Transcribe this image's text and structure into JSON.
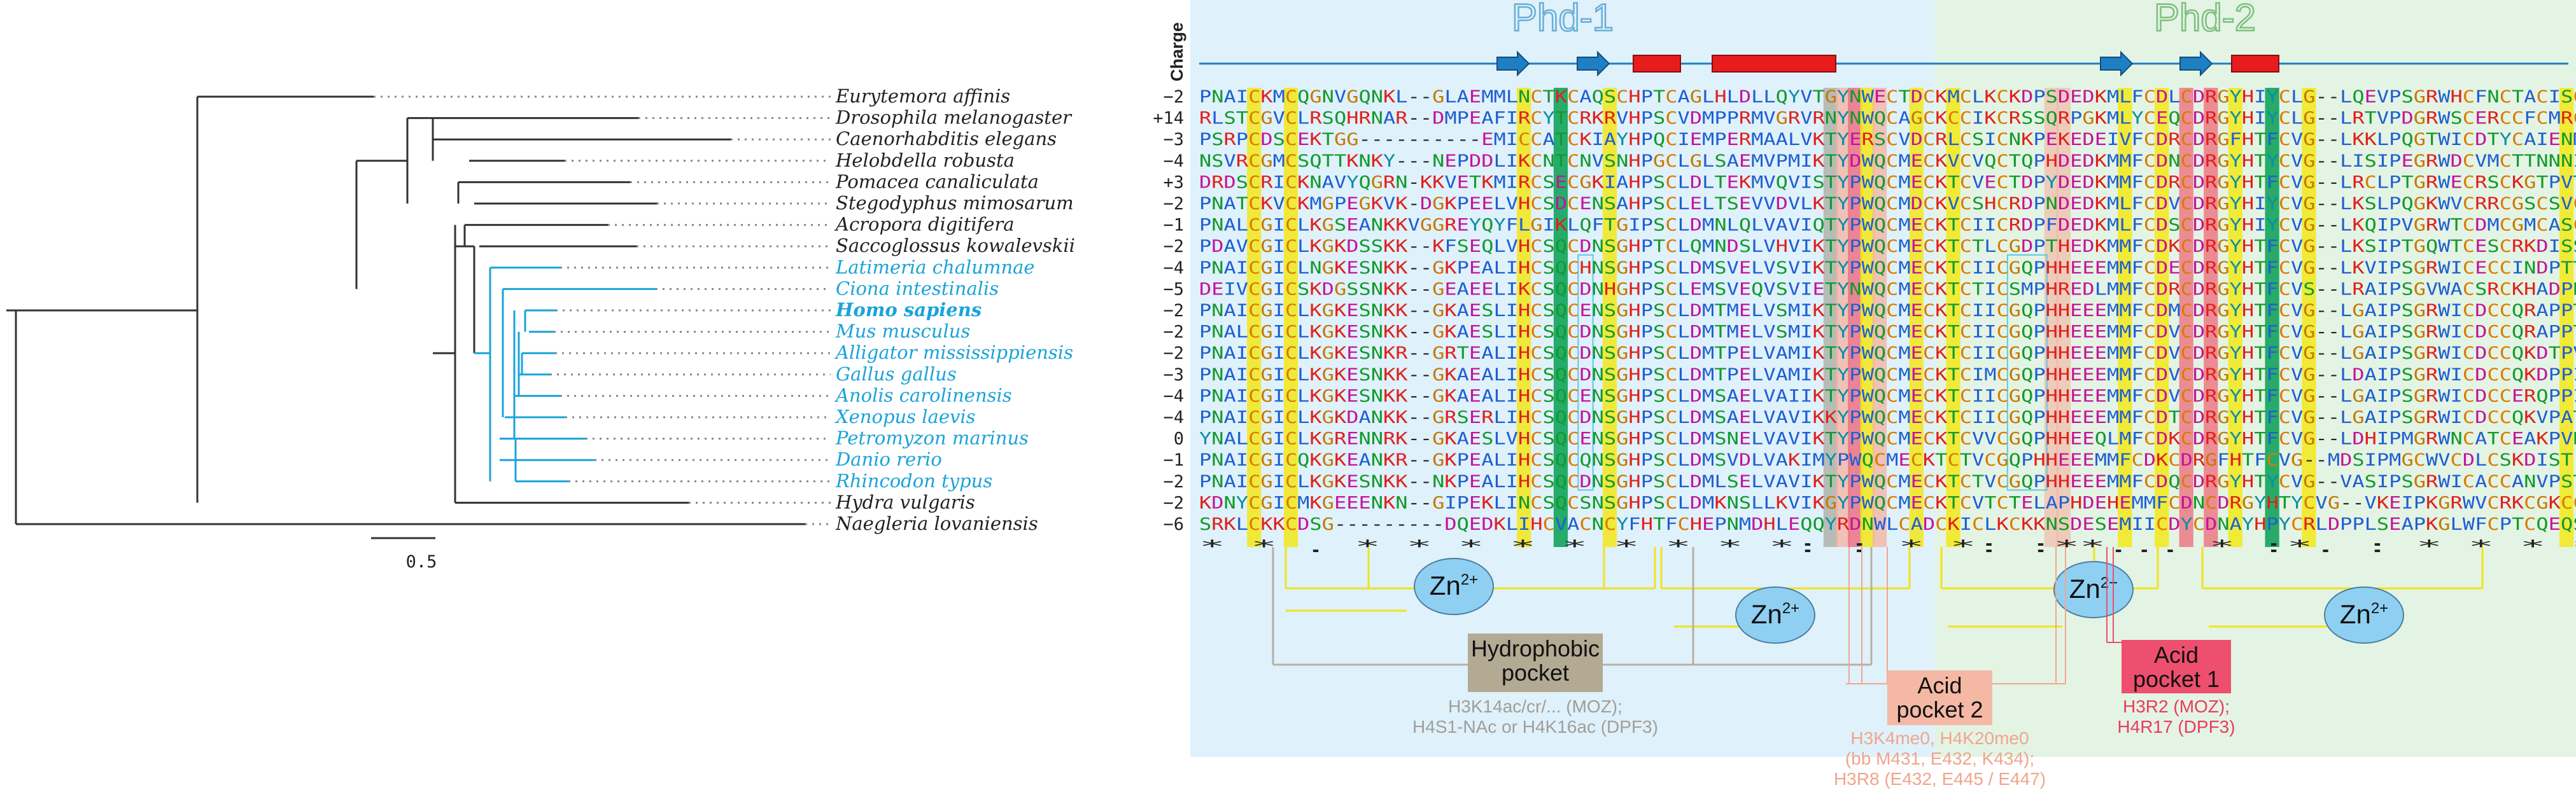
{
  "header": {
    "charge_label": "Charge",
    "domains": [
      {
        "name": "Phd-1"
      },
      {
        "name": "Phd-2"
      }
    ]
  },
  "tree": {
    "scale_label": "0.5"
  },
  "rows": [
    {
      "species": "Eurytemora affinis",
      "charge": "−2",
      "seq": "PNAICKMCQGNVGQNKL--GLAEMMLNCTKCAQSCHPTCAGLHLDLLQYVTGYNWECTDCKMCLKCKDPSDEDKMLFCDLCDRGYHIYCLG--LQEVPSGRWHCFNCTACISC",
      "vert": false,
      "bold": false
    },
    {
      "species": "Drosophila melanogaster",
      "charge": "+14",
      "seq": "RLSTCGVCLRSQHRNAR--DMPEAFIRCYTCRKRVHPSCVDMPPRMVGRVRNYNWQCAGCKCCIKCRSSQRPGKMLYCEQCDRGYHIYCLG--LRTVPDGRWSCERCCFCMRC",
      "vert": false,
      "bold": false
    },
    {
      "species": "Caenorhabditis elegans",
      "charge": "−3",
      "seq": "PSRPCDSCEKTGG----------EMICCATCKIAYHPQCIEMPERMAALVKTYERSCVDCRLCSICNKPEKEDEIVFCDRCDRGFHTFCVG--LKKLPQGTWICDTYCAIENM",
      "vert": false,
      "bold": false
    },
    {
      "species": "Helobdella robusta",
      "charge": "−4",
      "seq": "NSVRCGMCSQTTKNKY---NEPDDLIKCNTCNVSNHPGCLGLSAEMVPMIKTYDWQCMECKVCVQCTQPHDEDKMMFCDNCDRGYHTYCVG--LISIPEGRWDCVMCTTNNNI",
      "vert": false,
      "bold": false
    },
    {
      "species": "Pomacea canaliculata",
      "charge": "+3",
      "seq": "DRDSCRICKNAVYQGRN-KKVETKMIRCSECGKIAHPSCLDLTEKMVQVISTYPWQCMECKTCVECTDPYDEDKMMFCDRCDRGYHTFCVG--LRCLPTGRWECRSCKGTPVT",
      "vert": false,
      "bold": false
    },
    {
      "species": "Stegodyphus mimosarum",
      "charge": "−2",
      "seq": "PNATCKVCKMGPEGKVK-DGKPEELVHCSDCENSAHPSCLELTSEVVDVLKTYPWQCMDCKVCSHCRDPNDEDKMLFCDVCDRGYHIYCVG--LKSLPQGKWVCRRCGSCSVC",
      "vert": false,
      "bold": false
    },
    {
      "species": "Acropora digitifera",
      "charge": "−1",
      "seq": "PNALCGICLKGSEANKKVGGREYQYFLGIKLQFTGIPSCLDMNLQLVAVIQTYPWQCMECKTCIICRDPFDEDKMLFCDSCDRGYHIYCVG--LKQIPVGRWTCDMCGMCASC",
      "vert": false,
      "bold": false
    },
    {
      "species": "Saccoglossus kowalevskii",
      "charge": "−2",
      "seq": "PDAVCGICLKGKDSSKK--KFSEQLVHCSQCDNSGHPTCLQMNDSLVHVIKTYPWQCMECKTCTLCGDPTHEDKMMFCDKCDRGYHTFCVG--LKSIPTGQWTCESCRKDISS",
      "vert": false,
      "bold": false
    },
    {
      "species": "Latimeria chalumnae",
      "charge": "−4",
      "seq": "PNAICGICLNGKESNKK--GKPEALIHCSQCHNSGHPSCLDMSVELVSVIKTYPWQCMECKTCIICGQPHHEEEMMFCDECDRGYHTFCVG--LKVIPSGRWICECCINDPTT",
      "vert": true,
      "bold": false
    },
    {
      "species": "Ciona intestinalis",
      "charge": "−5",
      "seq": "DEIVCGICSKDGSSNKK--GEAEELIKCSQCDNHGHPSCLEMSVEQVSVIETYNWQCMECKTCTICSMPHREDLMMFCDRCDRGYHTFCVS--LRAIPSGVWACSRCKHADPN",
      "vert": true,
      "bold": false
    },
    {
      "species": "Homo sapiens",
      "charge": "−2",
      "seq": "PNAICGICLKGKESNKK--GKAESLIHCSQCENSGHPSCLDMTMELVSMIKTYPWQCMECKTCIICGQPHHEEEMMFCDMCDRGYHTFCVG--LGAIPSGRWICDCCQRAPPT",
      "vert": true,
      "bold": true
    },
    {
      "species": "Mus musculus",
      "charge": "−2",
      "seq": "PNALCGICLKGKESNKK--GKAESLIHCSQCDNSGHPSCLDMTMELVSMIKTYPWQCMECKTCIICGQPHHEEEMMFCDVCDRGYHTFCVG--LGAIPSGRWICDCCQRAPPT",
      "vert": true,
      "bold": false
    },
    {
      "species": "Alligator mississippiensis",
      "charge": "−2",
      "seq": "PNAICGICLKGKESNKR--GRTEALIHCSQCDNSGHPSCLDMTPELVAMIKTYPWQCMECKTCIICGQPHHEEEMMFCDVCDRGYHTFCVG--LGAIPSGRWICDCCQKDTPV",
      "vert": true,
      "bold": false
    },
    {
      "species": "Gallus gallus",
      "charge": "−3",
      "seq": "PNAICGICLKGKESNKK--GKAEALIHCSQCDNSGHPSCLDMTPELVAMIKTYPWQCMECKTCIMCGQPHHEEEMMFCDVCDRGYHTFCVG--LDAIPSGRWICDCCQKDPPI",
      "vert": true,
      "bold": false
    },
    {
      "species": "Anolis carolinensis",
      "charge": "−4",
      "seq": "PNAICGICLKGKESNKK--GKAEALIHCSQCENSGHPSCLDMSAELVAIIKTYPWQCMECKTCIICGQPHHEEEMMFCDVCDRGYHTFCVG--LGAIPSGRWICDCCERQPPI",
      "vert": true,
      "bold": false
    },
    {
      "species": "Xenopus laevis",
      "charge": "−4",
      "seq": "PNAICGICLKGKDANKK--GRSERLIHCSQCDNSGHPSCLDMSAELVAVIKKYPWQCMECKTCIICGQPHHEEEMMFCDTCDRGYHTFCVG--LGAIPSGRWICDCCQKVPAT",
      "vert": true,
      "bold": false
    },
    {
      "species": "Petromyzon marinus",
      "charge": "0",
      "seq": "YNALCGICLKGRENNRK--GKAESLVHCSQCENSGHPSCLDMSNELVAVIKTYPWQCMECKTCVVCGQPHHEEQLMFCDKCDRGYHTFCVG--LDHIPMGRWNCATCEAKPVN",
      "vert": true,
      "bold": false
    },
    {
      "species": "Danio rerio",
      "charge": "−1",
      "seq": "PNAICGICQKGKEANKR--GKPEALIHCSQCQNSGHPSCLDMSVDLVAKIMYPWQCMECKTCTVCGQPHHEEEMMFCDKCDRGFHTFCVG--MDSIPMGCWVCDLCSKDIST",
      "vert": true,
      "bold": false
    },
    {
      "species": "Rhincodon typus",
      "charge": "−2",
      "seq": "PNAICGICLKGKESNKK--NKPEALIHCSQCDNSGHPSCLDMLSELVAVIKTYPWQCMECKTCTVCGQPHHEEEMMFCDQCDRGYHTYCVG--VASIPSGRWICACCANVPST",
      "vert": true,
      "bold": false
    },
    {
      "species": "Hydra vulgaris",
      "charge": "−2",
      "seq": "KDNYCGICMKGEEENKN--GIPEKLINCSQCSNSGHPSCLDMKNSLLKVIKGYPWQCMECKTCVTCTELAPHDEHEMMFCDNCDRGYHTYCVG--VKEIPKGRWVCRKCGKCCSC",
      "vert": false,
      "bold": false
    },
    {
      "species": "Naegleria lovaniensis",
      "charge": "−6",
      "seq": "SRKLCKKCDSG---------DQEDKLIHCVACNCYFHTFCHEPNMDHLEQQYRDNWLCADCKICLKCKKNSDESEMIICDYCDNAYHPYCRLDPPLSEAPKGLWFCPTCQEQSSE",
      "vert": false,
      "bold": false
    }
  ],
  "conservation": "   *  *             .     *       *   *      *  * *  *        *   *:  :  *   *:   :**...  *  :*.   :     * * * *  ",
  "zinc_label": "Zn2+",
  "pockets": [
    {
      "title_lines": [
        "Hydrophobic",
        "pocket"
      ],
      "notes": [
        "H3K14ac/cr/... (MOZ);",
        "H4S1-NAc or H4K16ac (DPF3)"
      ]
    },
    {
      "title_lines": [
        "Acid",
        "pocket 2"
      ],
      "notes": [
        "H3K4me0, H4K20me0",
        "(bb M431, E432, K434);",
        "H3R8 (E432, E445 / E447)"
      ]
    },
    {
      "title_lines": [
        "Acid",
        "pocket 1"
      ],
      "notes": [
        "H3R2 (MOZ);",
        "H4R17 (DPF3)"
      ]
    }
  ],
  "colors": {
    "phd1_bg": "#dff1fb",
    "phd2_bg": "#e4f4e4",
    "phd1_title": "#6aaed6",
    "phd2_title": "#7fbf7f",
    "invertebrate_text": "#222222",
    "vertebrate_text": "#1aa3d9",
    "tree_black": "#333333",
    "tree_blue": "#1aa3d9",
    "hydrophobic_fill": "#b3aa94",
    "hydrophobic_text": "#a09e98",
    "acid2_fill": "#f4b8a4",
    "acid2_text": "#f0a58d",
    "acid1_fill": "#ee4f6e",
    "acid1_text": "#ec3a5e",
    "zinc_line": "#f2e21a",
    "helix": "#e81c1c",
    "strand": "#1f7fc1"
  }
}
